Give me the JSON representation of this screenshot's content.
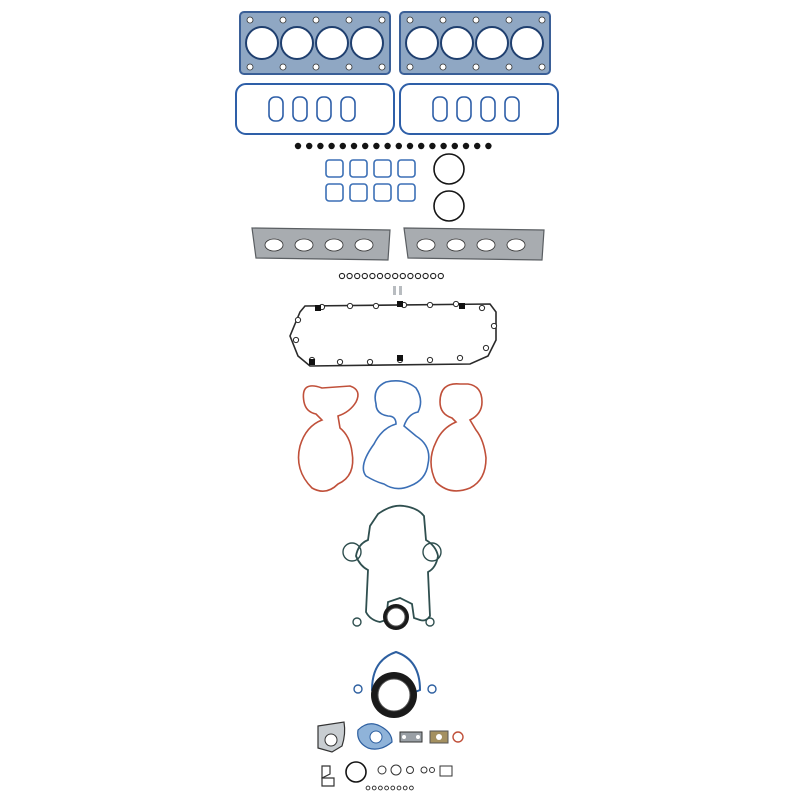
{
  "image": {
    "subject": "engine-full-gasket-set",
    "background": "#ffffff"
  },
  "colors": {
    "head_gasket_fill": "#8fa7c3",
    "head_gasket_edge": "#3a5f97",
    "steel_gray": "#9aa0a6",
    "valve_cover_blue": "#2e5fa8",
    "o_ring_black": "#141414",
    "intake_blue": "#3b6fb6",
    "oil_pan_black": "#2a2a2a",
    "orange_red": "#c0503a",
    "timing_cover": "#2f4f4f",
    "rear_seal_blue": "#2d5fa0",
    "manifold_gray": "#a8acb0"
  },
  "counts": {
    "head_gasket_bores_per_bank": 4,
    "spark_plug_seals_per_cover": 4,
    "valve_cover_grommets": 18,
    "intake_port_gaskets": 8,
    "exhaust_manifold_bolts_row": 14
  }
}
